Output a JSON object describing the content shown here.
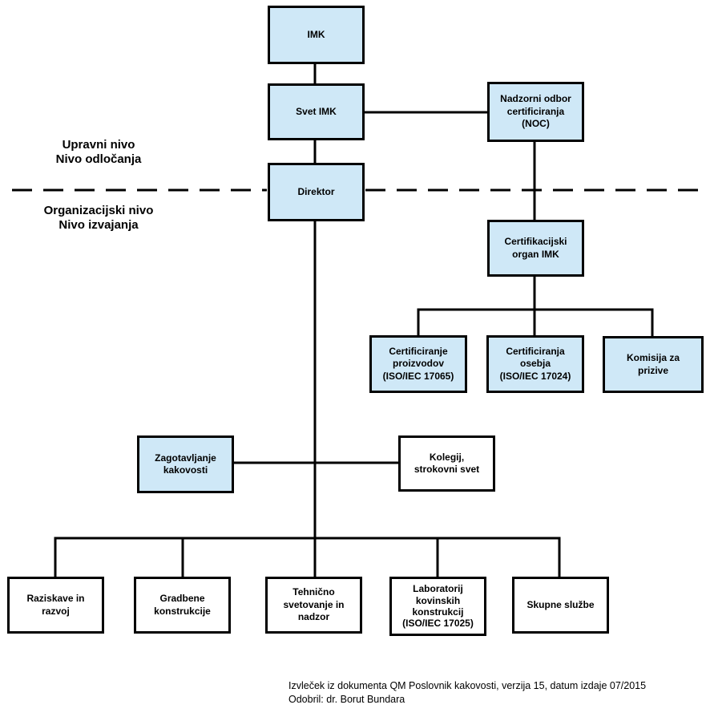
{
  "diagram": {
    "kind": "organizational-chart",
    "colors": {
      "node_fill_highlight": "#CFE8F7",
      "node_fill_plain": "#FFFFFF",
      "node_border": "#000000",
      "line_color": "#000000"
    },
    "nodes": {
      "imk": {
        "label": "IMK"
      },
      "svet_imk": {
        "label": "Svet IMK"
      },
      "noc": {
        "label": "Nadzorni odbor\ncertificiranja\n(NOC)"
      },
      "direktor": {
        "label": "Direktor"
      },
      "cert_organ": {
        "label": "Certifikacijski\norgan IMK"
      },
      "cert_proizvodov": {
        "label": "Certificiranje\nproizvodov\n(ISO/IEC 17065)"
      },
      "cert_osebja": {
        "label": "Certificiranja\nosebja\n(ISO/IEC 17024)"
      },
      "komisija": {
        "label": "Komisija za\nprizive"
      },
      "zagotavljanje": {
        "label": "Zagotavljanje\nkakovosti"
      },
      "kolegij": {
        "label": "Kolegij,\nstrokovni svet"
      },
      "raziskave": {
        "label": "Raziskave in\nrazvoj"
      },
      "gradbene": {
        "label": "Gradbene\nkonstrukcije"
      },
      "tehnicno": {
        "label": "Tehnično\nsvetovanje in\nnadzor"
      },
      "laboratorij": {
        "label": "Laboratorij\nkovinskih\nkonstrukcij\n(ISO/IEC 17025)"
      },
      "skupne": {
        "label": "Skupne službe"
      }
    },
    "level_labels": {
      "upper": "Upravni nivo\nNivo odločanja",
      "lower": "Organizacijski nivo\nNivo izvajanja"
    },
    "footer": {
      "line1": "Izvleček iz dokumenta QM Poslovnik kakovosti, verzija 15, datum izdaje 07/2015",
      "line2": "Odobril: dr. Borut Bundara"
    }
  }
}
